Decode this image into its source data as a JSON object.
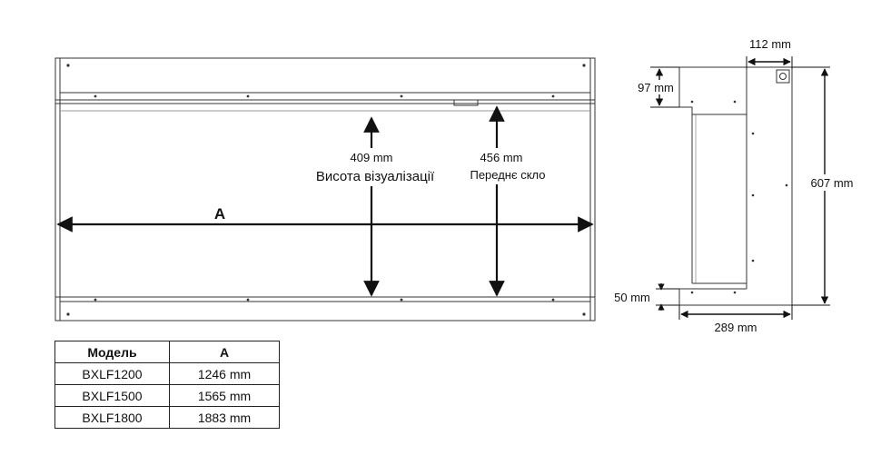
{
  "front_view": {
    "dim_a_label": "A",
    "dim_visual_value": "409 mm",
    "dim_visual_caption": "Висота візуалізації",
    "dim_glass_value": "456 mm",
    "dim_glass_caption": "Переднє скло"
  },
  "side_view": {
    "dim_top_depth": "112 mm",
    "dim_top_height": "97 mm",
    "dim_total_height": "607 mm",
    "dim_bottom_height": "50 mm",
    "dim_total_depth": "289 mm"
  },
  "table": {
    "headers": [
      "Модель",
      "A"
    ],
    "rows": [
      [
        "BXLF1200",
        "1246 mm"
      ],
      [
        "BXLF1500",
        "1565 mm"
      ],
      [
        "BXLF1800",
        "1883 mm"
      ]
    ]
  }
}
